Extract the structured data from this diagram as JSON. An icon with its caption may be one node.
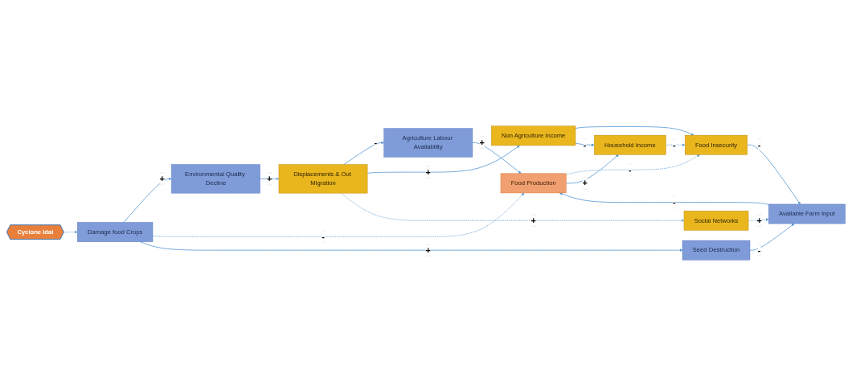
{
  "diagram": {
    "nodes": [
      {
        "text": [
          "Displacements & Out Migration"
        ]
      },
      {
        "text": [
          "Non Agriculture Income"
        ]
      },
      {
        "text": [
          "Environmental Quality Decline"
        ]
      },
      {
        "text": [
          "Agriculture Labour Availability"
        ]
      },
      {
        "text": [
          "Social Networks"
        ]
      },
      {
        "text": [
          "Cyclone Idai"
        ]
      },
      {
        "text": [
          "Damage food Crops"
        ]
      },
      {
        "text": [
          "Food Production"
        ]
      },
      {
        "text": [
          "Food Insecurity"
        ]
      },
      {
        "text": [
          "Household Income"
        ]
      },
      {
        "text": [
          "Seed Destruction"
        ]
      },
      {
        "text": [
          "Available Farm Input"
        ]
      }
    ],
    "edges": [
      {
        "from": 5,
        "to": 6,
        "arrow": "to",
        "style": "dashed"
      },
      {
        "from": 6,
        "to": 2,
        "arrow": "to",
        "label": "+"
      },
      {
        "from": 2,
        "to": 0,
        "arrow": "to",
        "label": "+"
      },
      {
        "from": 0,
        "to": 3,
        "arrow": "to",
        "label": "-"
      },
      {
        "from": 0,
        "to": 1,
        "arrow": "to",
        "label": "+"
      },
      {
        "from": 0,
        "to": 4,
        "arrow": "to",
        "label": "+",
        "style": "dashed"
      },
      {
        "from": 3,
        "to": 7,
        "arrow": "to",
        "label": "+"
      },
      {
        "from": 6,
        "to": 7,
        "arrow": "to",
        "label": "-",
        "style": "dashed"
      },
      {
        "from": 6,
        "to": 10,
        "arrow": "to",
        "label": "+"
      },
      {
        "from": 10,
        "to": 11,
        "arrow": "to",
        "label": "-"
      },
      {
        "from": 11,
        "to": 7,
        "arrow": "to",
        "label": "-"
      },
      {
        "from": 7,
        "to": 8,
        "arrow": "to",
        "label": "-",
        "style": "dashed"
      },
      {
        "from": 9,
        "to": 8,
        "arrow": "to",
        "label": "-",
        "style": "dashed"
      },
      {
        "from": 1,
        "to": 8,
        "arrow": "to"
      },
      {
        "from": 1,
        "to": 9,
        "arrow": "to",
        "label": "-"
      },
      {
        "from": 7,
        "to": 9,
        "arrow": "to",
        "label": "+"
      },
      {
        "from": 8,
        "to": 11,
        "arrow": "to",
        "label": "-"
      },
      {
        "from": 4,
        "to": 11,
        "arrow": "to",
        "label": "+",
        "style": "dashed"
      }
    ]
  }
}
